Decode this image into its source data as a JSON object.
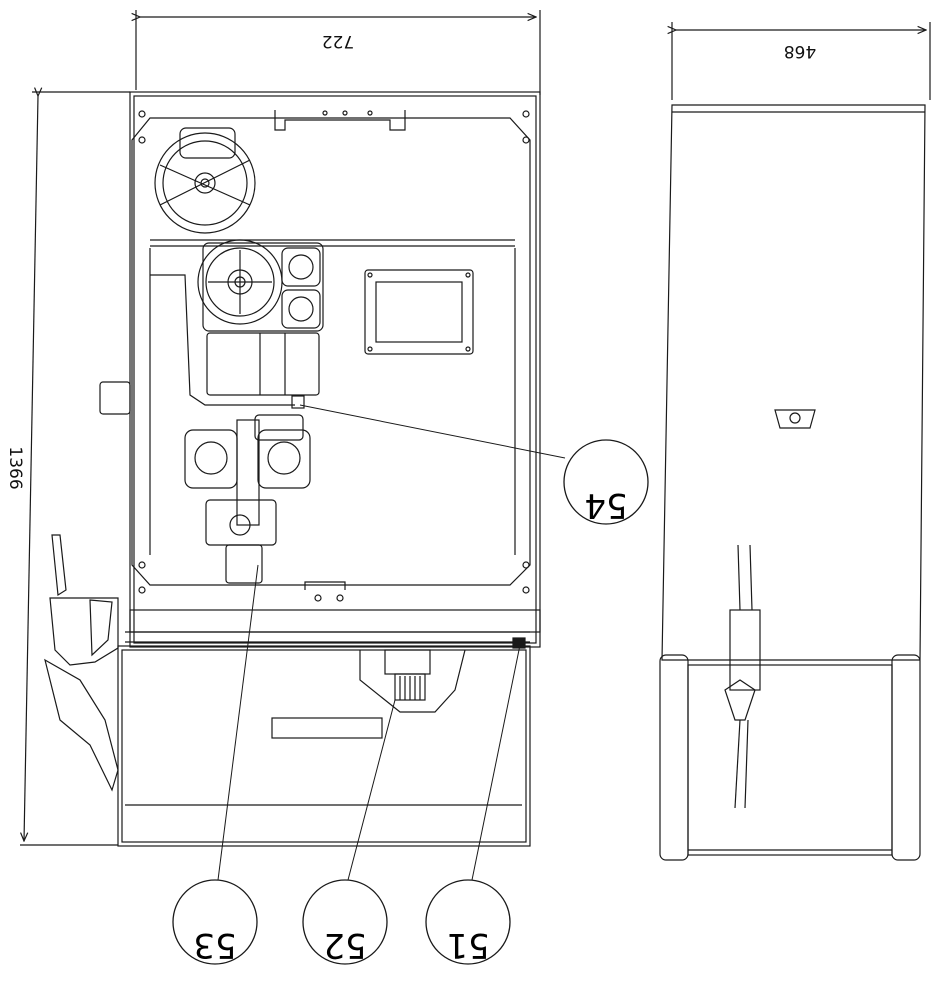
{
  "dimensions": {
    "front_width": "722",
    "front_height": "1366",
    "side_depth": "468"
  },
  "callouts": {
    "c54": "54",
    "c51": "51",
    "c52": "52",
    "c53": "53"
  },
  "colors": {
    "line": "#1a1a1a",
    "paper": "#ffffff"
  }
}
